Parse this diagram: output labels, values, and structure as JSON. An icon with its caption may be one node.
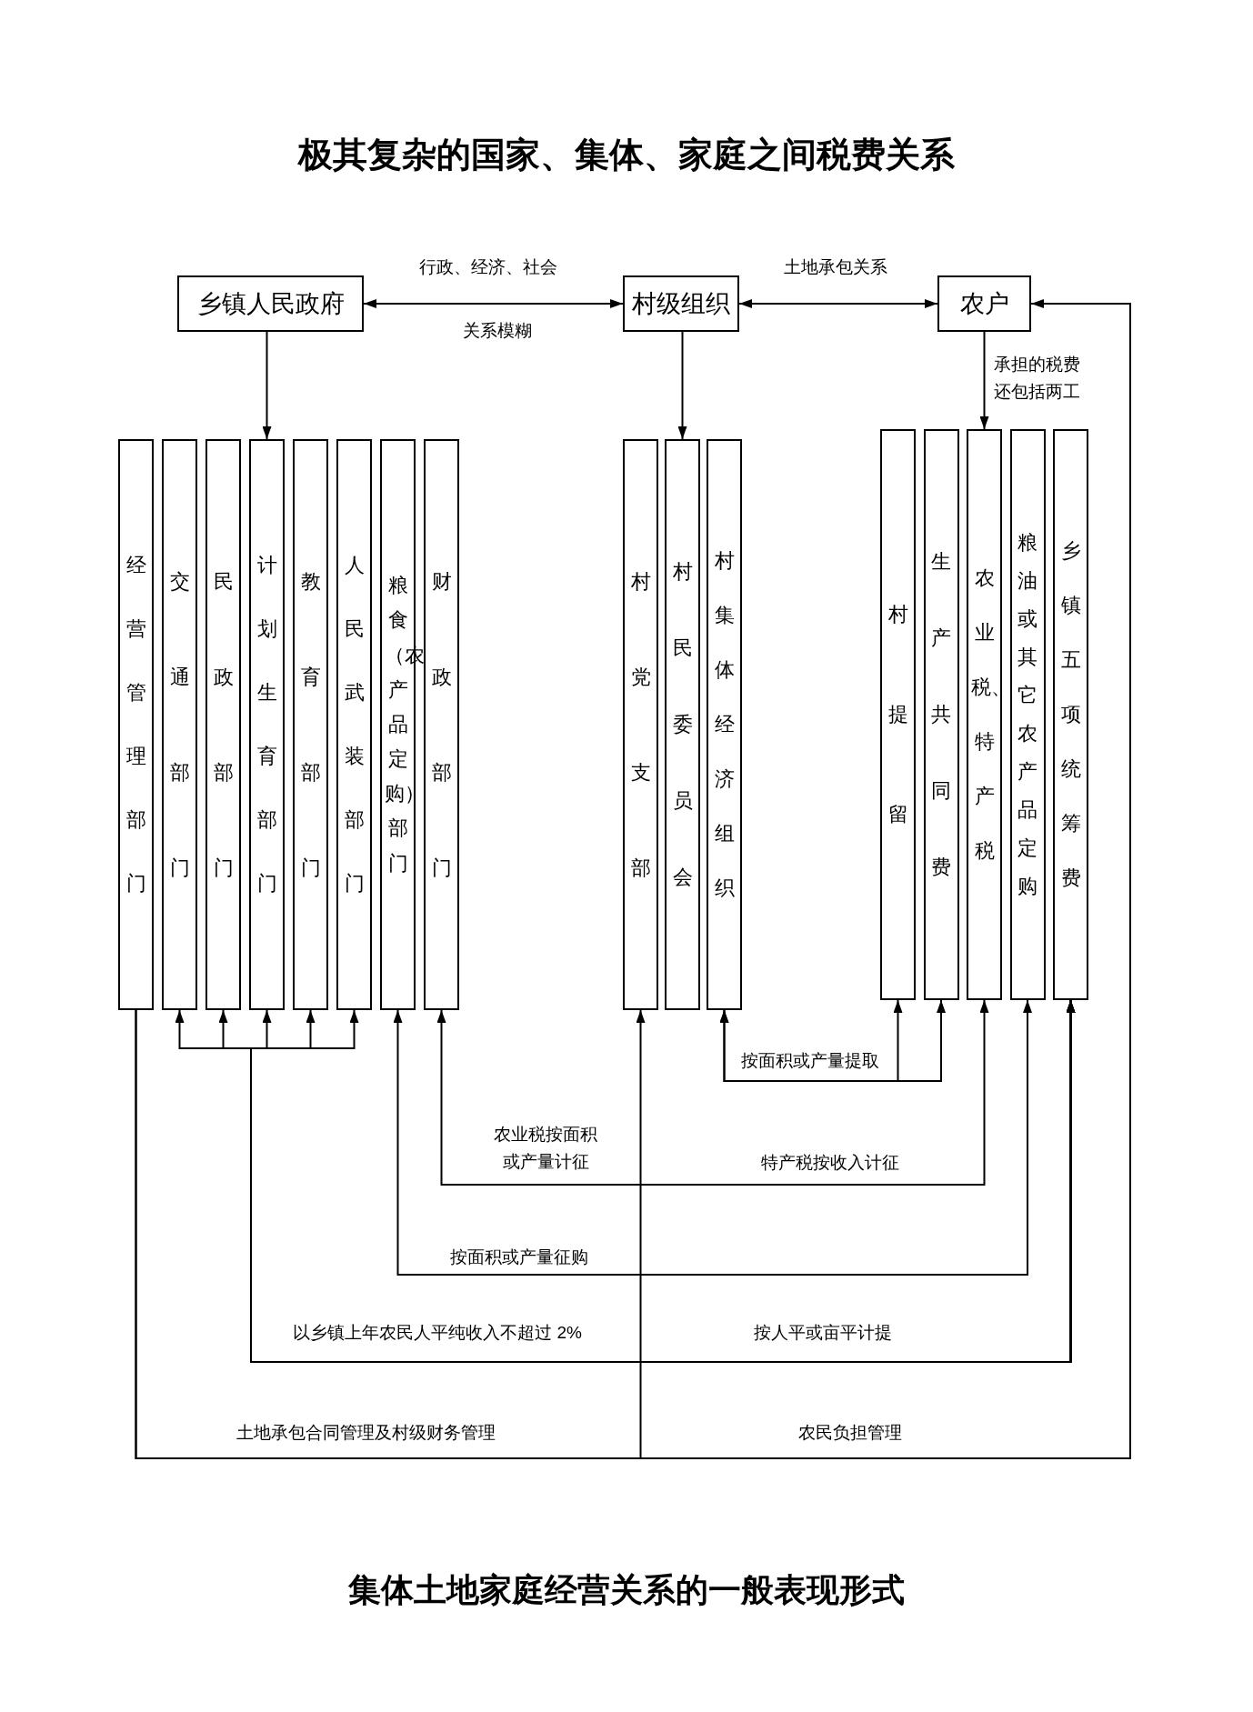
{
  "diagram": {
    "title": "极其复杂的国家、集体、家庭之间税费关系",
    "caption": "集体土地家庭经营关系的一般表现形式",
    "nodes": [
      {
        "text": [
          "乡镇人民政府"
        ]
      },
      {
        "text": [
          "村级组织"
        ]
      },
      {
        "text": [
          "农户"
        ]
      },
      {
        "text": [
          "经营管理部门"
        ]
      },
      {
        "text": [
          "交通部门"
        ]
      },
      {
        "text": [
          "民政部门"
        ]
      },
      {
        "text": [
          "计划生育部门"
        ]
      },
      {
        "text": [
          "教育部门"
        ]
      },
      {
        "text": [
          "人民武装部门"
        ]
      },
      {
        "text": [
          "粮食（农产品定购）部门"
        ]
      },
      {
        "text": [
          "财政部门"
        ]
      },
      {
        "text": [
          "村党支部"
        ]
      },
      {
        "text": [
          "村民委员会"
        ]
      },
      {
        "text": [
          "村集体经济组织"
        ]
      },
      {
        "text": [
          "村提留"
        ]
      },
      {
        "text": [
          "生产共同费"
        ]
      },
      {
        "text": [
          "农业税、特产税"
        ]
      },
      {
        "text": [
          "粮油或其它农产品定购"
        ]
      },
      {
        "text": [
          "乡镇五项统筹费"
        ]
      }
    ],
    "edges": [
      {
        "from": 0,
        "to": 1,
        "arrow": "both",
        "label": "行政、经济、社会"
      },
      {
        "from": 1,
        "to": 2,
        "arrow": "both",
        "label": "土地承包关系"
      },
      {
        "from": 0,
        "to": 6,
        "arrow": "to"
      },
      {
        "from": 1,
        "to": 12,
        "arrow": "to"
      },
      {
        "from": 2,
        "to": 16,
        "arrow": "to",
        "label": "承担的税费还包括两工"
      },
      {
        "from": 13,
        "to": 14,
        "arrow": "both",
        "label": "按面积或产量提取"
      },
      {
        "from": 13,
        "to": 15,
        "arrow": "both"
      },
      {
        "from": 16,
        "to": 10,
        "arrow": "both",
        "label": "农业税按面积或产量计征"
      },
      {
        "from": 17,
        "to": 9,
        "arrow": "both",
        "label": "按面积或产量征购"
      },
      {
        "from": 18,
        "to": 4,
        "arrow": "both"
      },
      {
        "from": 18,
        "to": 5,
        "arrow": "both"
      },
      {
        "from": 18,
        "to": 6,
        "arrow": "both",
        "label": "以乡镇上年农民人平纯收入不超过 2%"
      },
      {
        "from": 18,
        "to": 7,
        "arrow": "both"
      },
      {
        "from": 18,
        "to": 8,
        "arrow": "both"
      },
      {
        "from": 3,
        "to": 11,
        "arrow": "to",
        "label": "土地承包合同管理及村级财务管理"
      },
      {
        "from": 3,
        "to": 2,
        "arrow": "to",
        "label": "农民负担管理"
      }
    ],
    "labels": [
      "关系模糊",
      "特产税按收入计征",
      "按人平或亩平计提"
    ]
  }
}
